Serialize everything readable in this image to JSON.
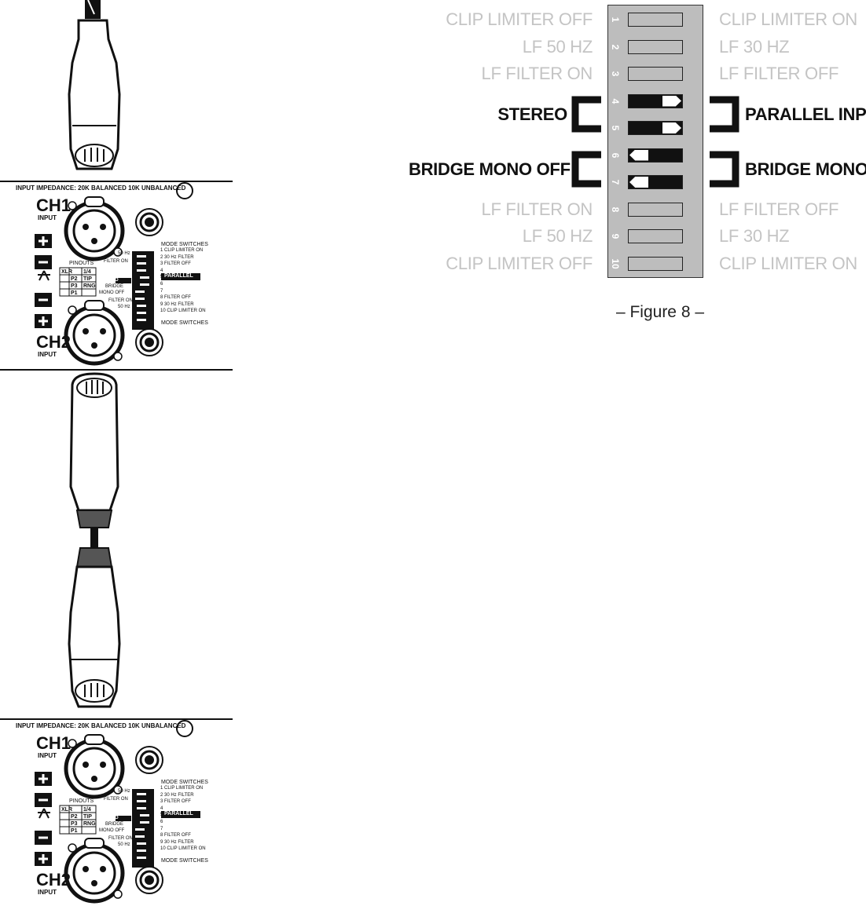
{
  "figure": {
    "caption": "– Figure 8 –",
    "switches": [
      {
        "num": "1",
        "left": "CLIP LIMITER OFF",
        "right": "CLIP LIMITER ON",
        "state": "off"
      },
      {
        "num": "2",
        "left": "LF 50 HZ",
        "right": "LF 30 HZ",
        "state": "off"
      },
      {
        "num": "3",
        "left": "LF FILTER ON",
        "right": "LF FILTER OFF",
        "state": "off"
      },
      {
        "num": "4",
        "left": "",
        "right": "",
        "state": "right"
      },
      {
        "num": "5",
        "left": "",
        "right": "",
        "state": "right"
      },
      {
        "num": "6",
        "left": "",
        "right": "",
        "state": "left"
      },
      {
        "num": "7",
        "left": "",
        "right": "",
        "state": "left"
      },
      {
        "num": "8",
        "left": "LF FILTER ON",
        "right": "LF FILTER OFF",
        "state": "off"
      },
      {
        "num": "9",
        "left": "LF 50 HZ",
        "right": "LF 30 HZ",
        "state": "off"
      },
      {
        "num": "10",
        "left": "CLIP LIMITER OFF",
        "right": "CLIP LIMITER ON",
        "state": "off"
      }
    ],
    "groups": {
      "stereo": "STEREO",
      "parallel": "PARALLEL INPUTS",
      "bridge_off": "BRIDGE MONO OFF",
      "bridge_on": "BRIDGE MONO ON"
    }
  },
  "panel": {
    "impedance": "INPUT IMPEDANCE: 20K BALANCED 10K UNBALANCED",
    "ch1": "CH1",
    "ch2": "CH2",
    "input": "INPUT",
    "pinouts": "PINOUTS",
    "pin_header": [
      "XLR",
      "1/4"
    ],
    "pin_rows": [
      [
        "+",
        "P2",
        "TIP"
      ],
      [
        "−",
        "P3",
        "RNG"
      ],
      [
        "⏚",
        "P1",
        ""
      ]
    ],
    "mode_switches": "MODE SWITCHES",
    "mode_list": [
      "1  CLIP LIMITER ON",
      "2  30 Hz FILTER",
      "3  FILTER OFF",
      "4",
      "5",
      "6",
      "7",
      "8  FILTER OFF",
      "9  30 Hz FILTER",
      "10 CLIP LIMITER ON"
    ],
    "left_labels": {
      "hz50": "50 Hz",
      "filter_on": "FILTER ON",
      "stereo": "STEREO",
      "bridge": "BRIDGE",
      "mono_off": "MONO OFF",
      "filter_on2": "FILTER ON",
      "hz50b": "50 Hz"
    },
    "parallel": "PARALLEL"
  }
}
